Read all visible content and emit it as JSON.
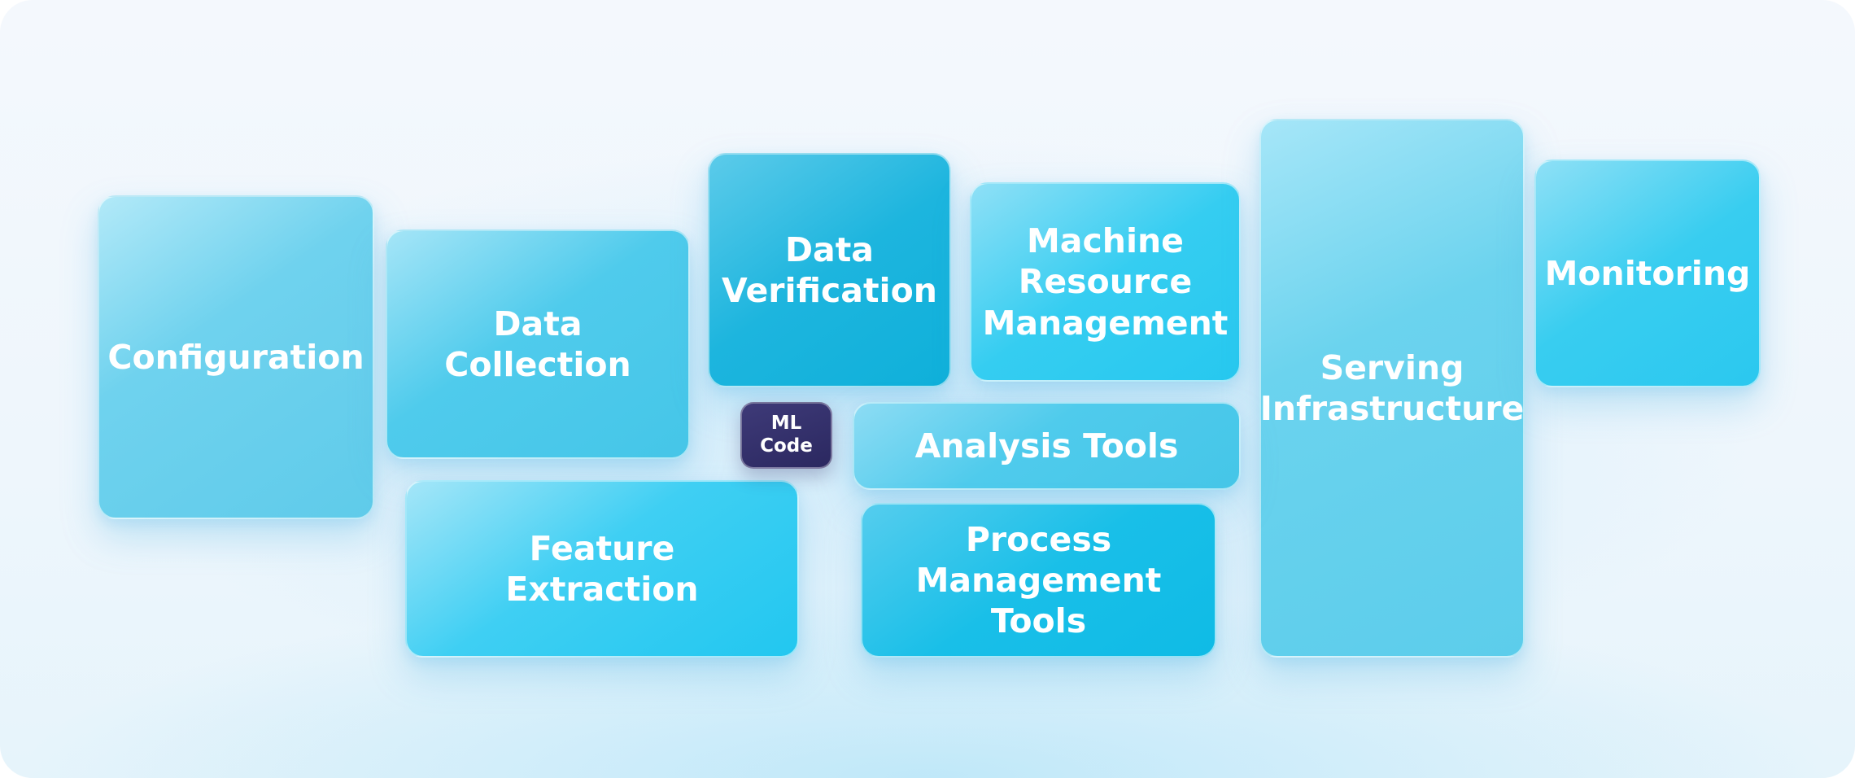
{
  "diagram": {
    "blocks": {
      "configuration": "Configuration",
      "data_collection": "Data Collection",
      "data_verification": "Data\nVerification",
      "machine_resource_management": "Machine\nResource\nManagement",
      "serving_infrastructure": "Serving\nInfrastructure",
      "monitoring": "Monitoring",
      "analysis_tools": "Analysis Tools",
      "feature_extraction": "Feature\nExtraction",
      "process_management_tools": "Process\nManagement\nTools"
    },
    "center": {
      "ml_code": "ML\nCode"
    },
    "colors": {
      "block_light": "#a9e7f8",
      "block_mid": "#55cdee",
      "block_dark": "#0fb0da",
      "ml_chip": "#2b2860",
      "text": "#ffffff",
      "background": "#eef6fc"
    }
  }
}
